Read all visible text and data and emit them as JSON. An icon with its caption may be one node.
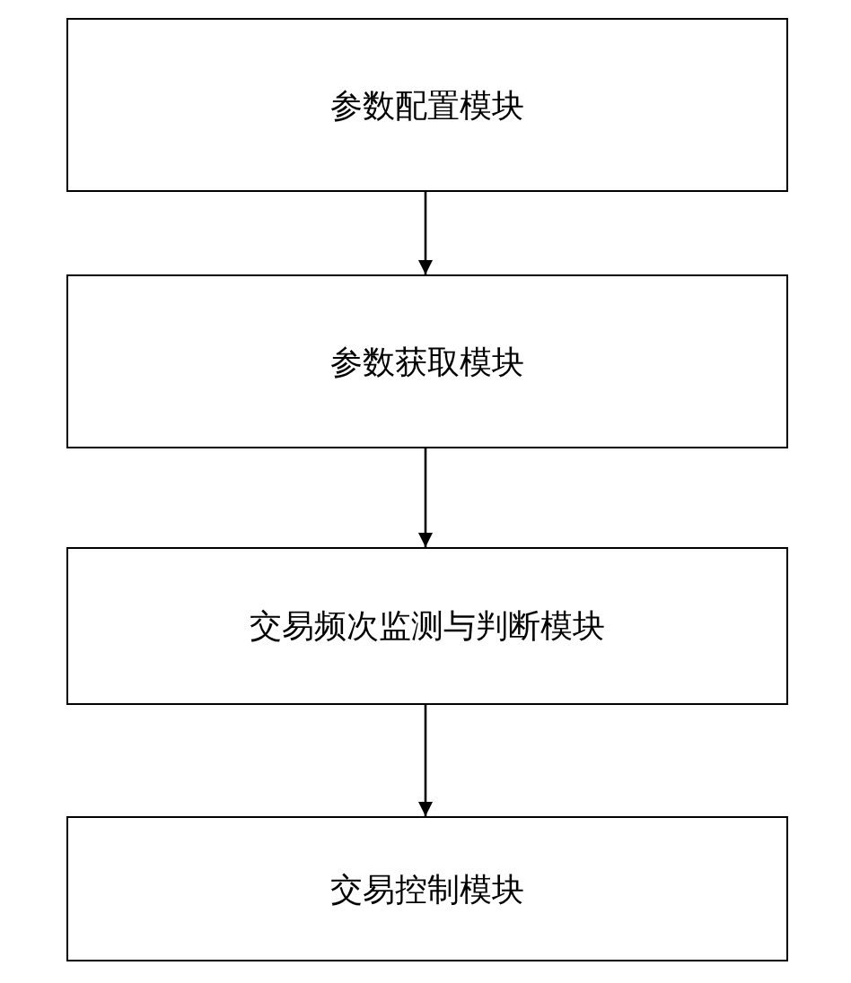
{
  "diagram": {
    "nodes": [
      {
        "text": [
          "参数配置模块"
        ]
      },
      {
        "text": [
          "参数获取模块"
        ]
      },
      {
        "text": [
          "交易频次监测与判断模块"
        ]
      },
      {
        "text": [
          "交易控制模块"
        ]
      }
    ],
    "edges": [
      {
        "from": 0,
        "to": 1,
        "arrow": "to"
      },
      {
        "from": 1,
        "to": 2,
        "arrow": "to"
      },
      {
        "from": 2,
        "to": 3,
        "arrow": "to"
      }
    ]
  }
}
